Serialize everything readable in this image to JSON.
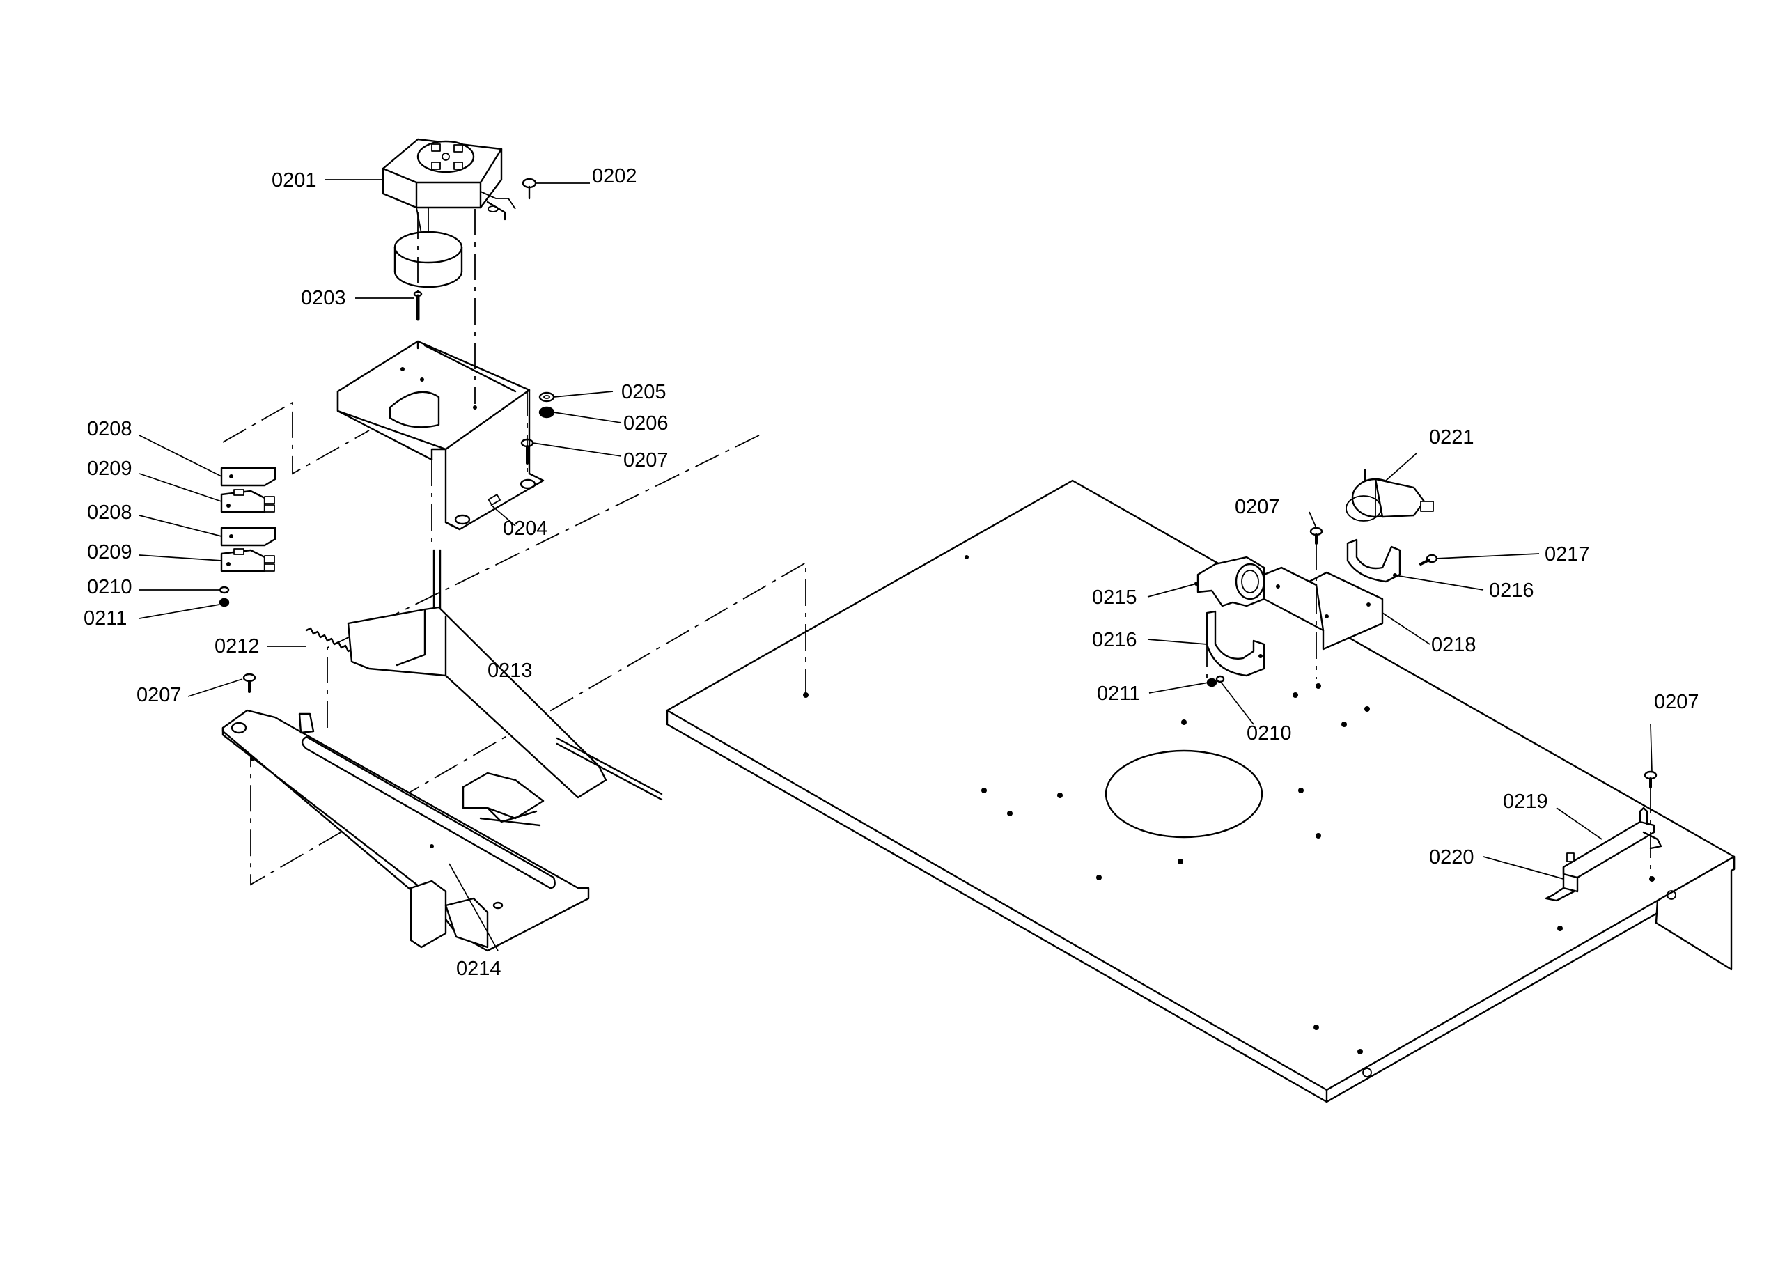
{
  "parts": {
    "p0201": "0201",
    "p0202": "0202",
    "p0203": "0203",
    "p0204": "0204",
    "p0205": "0205",
    "p0206": "0206",
    "p0207a": "0207",
    "p0207b": "0207",
    "p0207c": "0207",
    "p0207d": "0207",
    "p0208a": "0208",
    "p0208b": "0208",
    "p0209a": "0209",
    "p0209b": "0209",
    "p0210a": "0210",
    "p0210b": "0210",
    "p0211a": "0211",
    "p0211b": "0211",
    "p0212": "0212",
    "p0213": "0213",
    "p0214": "0214",
    "p0215": "0215",
    "p0216a": "0216",
    "p0216b": "0216",
    "p0217": "0217",
    "p0218": "0218",
    "p0219": "0219",
    "p0220": "0220",
    "p0221": "0221"
  }
}
